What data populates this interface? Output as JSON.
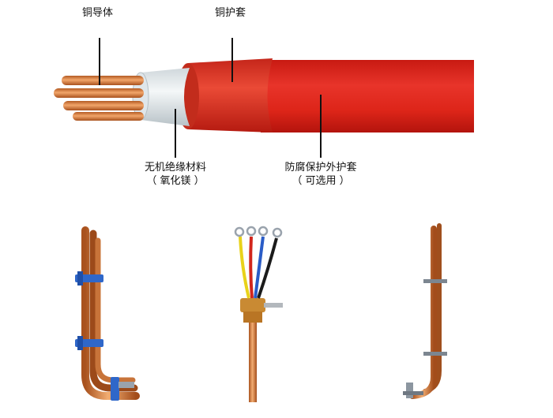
{
  "diagram": {
    "labels": {
      "copper_conductor": "铜导体",
      "copper_sheath": "铜护套",
      "insulation_line1": "无机绝缘材料",
      "insulation_line2": "（ 氧化镁 ）",
      "outer_sheath_line1": "防腐保护外护套",
      "outer_sheath_line2": "（ 可选用 ）"
    },
    "colors": {
      "outer_sheath": "#e0251b",
      "copper_sheath": "#d9341f",
      "copper": "#d9813e",
      "insulation": "#e6ecef",
      "leader_line": "#111111",
      "wire_yellow": "#e8d21a",
      "wire_red": "#d2261c",
      "wire_blue": "#2a5cc7",
      "wire_black": "#1b1b1b",
      "clamp_blue": "#2f67c9"
    },
    "photos": {
      "left": "cable-bend-with-blue-clamps",
      "center": "cable-termination-with-four-wires",
      "right": "single-cable-bend-with-clips"
    }
  }
}
